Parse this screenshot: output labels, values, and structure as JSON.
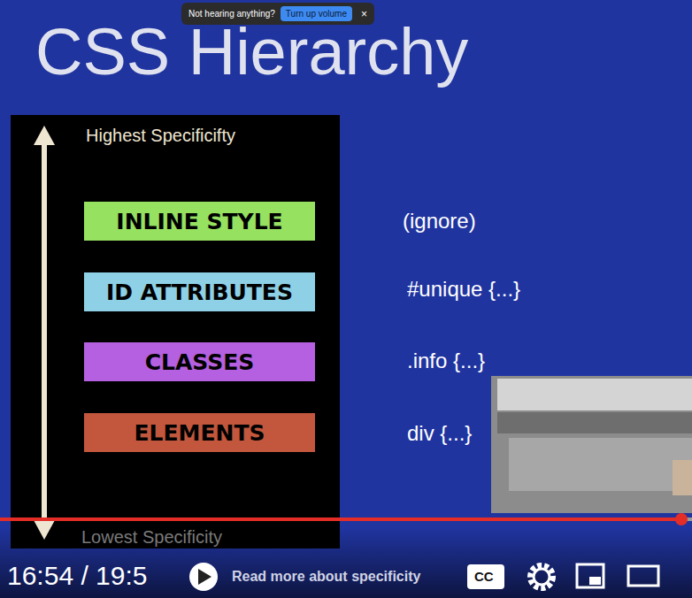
{
  "diagram": {
    "title": "CSS Hierarchy",
    "nodes": [
      {
        "text": [
          "Not hearing anything?",
          "×"
        ]
      },
      {
        "text": [
          "Turn up volume"
        ],
        "in": 0
      },
      {
        "text": [
          "Highest Specificifty",
          "Lowest Specificity"
        ]
      },
      {
        "text": [
          "INLINE STYLE"
        ],
        "in": 2
      },
      {
        "text": [
          "ID ATTRIBUTES"
        ],
        "in": 2
      },
      {
        "text": [
          "CLASSES"
        ],
        "in": 2
      },
      {
        "text": [
          "ELEMENTS"
        ],
        "in": 2
      }
    ],
    "labels": [
      "(ignore)",
      "#unique {...}",
      ".info {...}",
      "div {...}",
      "16:54 / 19:5",
      "Read more about specificity",
      "CC"
    ]
  }
}
